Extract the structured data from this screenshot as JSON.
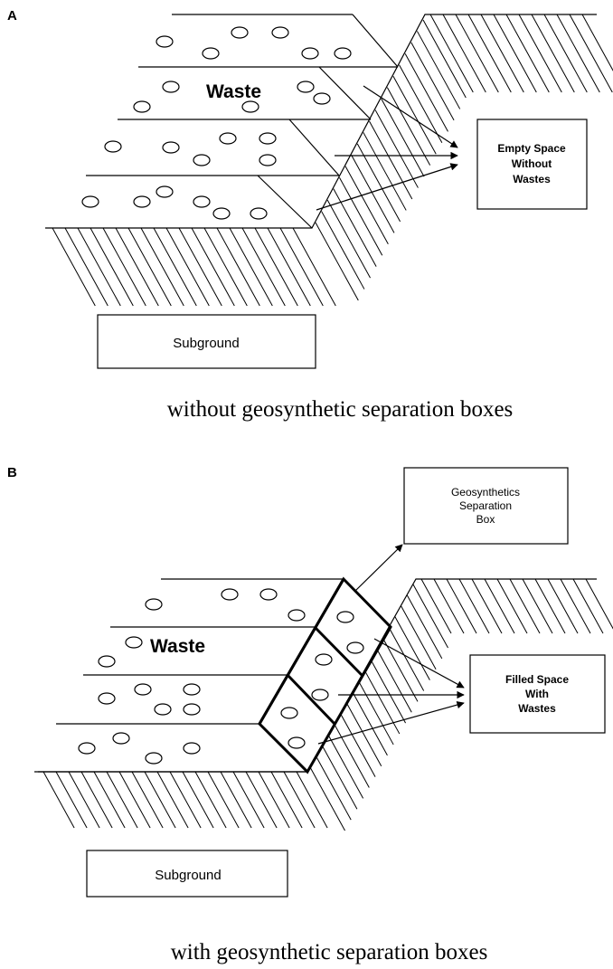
{
  "panel_a": {
    "letter": "A",
    "waste_label": "Waste",
    "callout_lines": [
      "Empty Space",
      "Without",
      "Wastes"
    ],
    "subground_label": "Subground",
    "caption": "without geosynthetic separation boxes"
  },
  "panel_b": {
    "letter": "B",
    "waste_label": "Waste",
    "box_callout_lines": [
      "Geosynthetics",
      "Separation",
      "Box"
    ],
    "filled_callout_lines": [
      "Filled Space",
      "With",
      "Wastes"
    ],
    "subground_label": "Subground",
    "caption": "with geosynthetic separation boxes"
  }
}
